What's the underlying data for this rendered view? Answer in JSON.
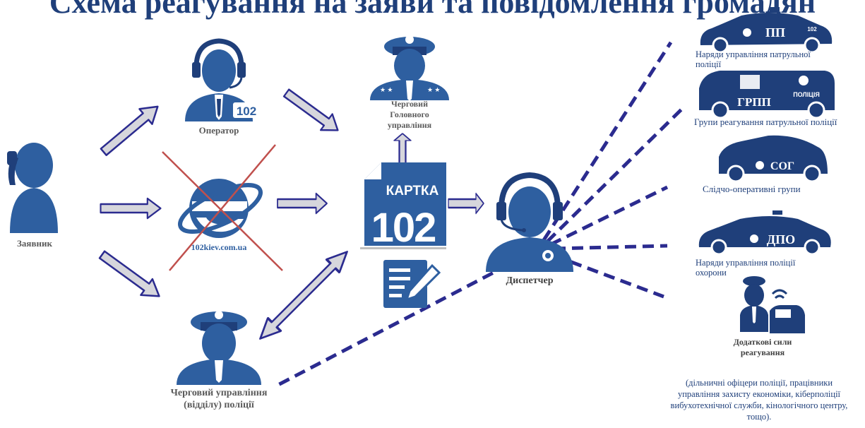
{
  "title": "Схема реагування на заяви та повідомлення громадян",
  "nodes": {
    "applicant": "Заявник",
    "operator": "Оператор",
    "operator_badge": "102",
    "website": "102kiev.com.ua",
    "card_title": "КАРТКА",
    "card_number": "102",
    "main_duty": "Черговий Головного управління",
    "dispatcher": "Диспетчер",
    "local_duty": "Черговий управління (відділу) поліції"
  },
  "responders": [
    {
      "label": "Наряди управління патрульної поліції",
      "vehicle_text": "ПП",
      "vehicle_badge": "102"
    },
    {
      "label": "Групи реагування патрульної поліції",
      "vehicle_text": "ГРПП",
      "vehicle_badge": "ПОЛІЦІЯ"
    },
    {
      "label": "Слідчо-оперативні групи",
      "vehicle_text": "СОГ"
    },
    {
      "label": "Наряди управління поліції охорони",
      "vehicle_text": "ДПО"
    },
    {
      "label": "Додаткові сили реагування"
    }
  ],
  "note": "(дільничні офіцери поліції, працівники управління захисту економіки, кіберполіції вибухотехнічної служби, кінологічного центру, тощо).",
  "colors": {
    "primary": "#2e5fa0",
    "dark_navy": "#1f3f7a",
    "dashed_line": "#2b2b8f",
    "arrow_fill": "#d6d6dc",
    "arrow_stroke": "#2b2b8f",
    "cross": "#c0504d"
  },
  "icons": [
    "applicant-phone-icon",
    "operator-headset-icon",
    "internet-explorer-icon",
    "police-officer-icon",
    "card-102-icon",
    "form-edit-icon",
    "dispatcher-headset-icon",
    "police-car-icon",
    "police-van-icon",
    "suv-icon",
    "officer-car-icon"
  ]
}
